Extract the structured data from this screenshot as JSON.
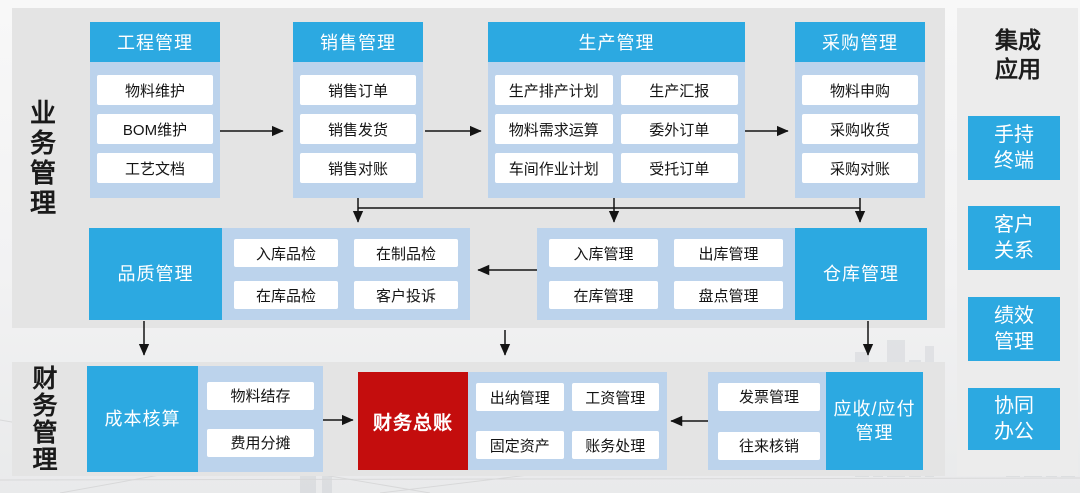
{
  "legend": {
    "business": "业务管理",
    "finance": "财务管理"
  },
  "columns": {
    "engineering": {
      "title": "工程管理",
      "items": [
        "物料维护",
        "BOM维护",
        "工艺文档"
      ]
    },
    "sales": {
      "title": "销售管理",
      "items": [
        "销售订单",
        "销售发货",
        "销售对账"
      ]
    },
    "production": {
      "title": "生产管理",
      "left_items": [
        "生产排产计划",
        "物料需求运算",
        "车间作业计划"
      ],
      "right_items": [
        "生产汇报",
        "委外订单",
        "受托订单"
      ]
    },
    "procurement": {
      "title": "采购管理",
      "items": [
        "物料申购",
        "采购收货",
        "采购对账"
      ]
    }
  },
  "middle": {
    "quality": {
      "title": "品质管理",
      "items": [
        "入库品检",
        "在制品检",
        "在库品检",
        "客户投诉"
      ]
    },
    "warehouse": {
      "title": "仓库管理",
      "items": [
        "入库管理",
        "出库管理",
        "在库管理",
        "盘点管理"
      ]
    }
  },
  "finance_row": {
    "cost": {
      "title": "成本核算",
      "items": [
        "物料结存",
        "费用分摊"
      ]
    },
    "general_ledger": {
      "title": "财务总账"
    },
    "cashier": {
      "items": [
        "出纳管理",
        "工资管理",
        "固定资产",
        "账务处理"
      ]
    },
    "receivable": {
      "title": "应收/应付管理",
      "items": [
        "发票管理",
        "往来核销"
      ]
    }
  },
  "integration": {
    "title": "集成应用",
    "items": [
      "手持终端",
      "客户关系",
      "绩效管理",
      "协同办公"
    ]
  },
  "colors": {
    "accent_blue": "#2CA9E1",
    "container_blue": "#BCD3EC",
    "accent_red": "#C40D0D",
    "panel_gray": "#E4E4E4"
  }
}
